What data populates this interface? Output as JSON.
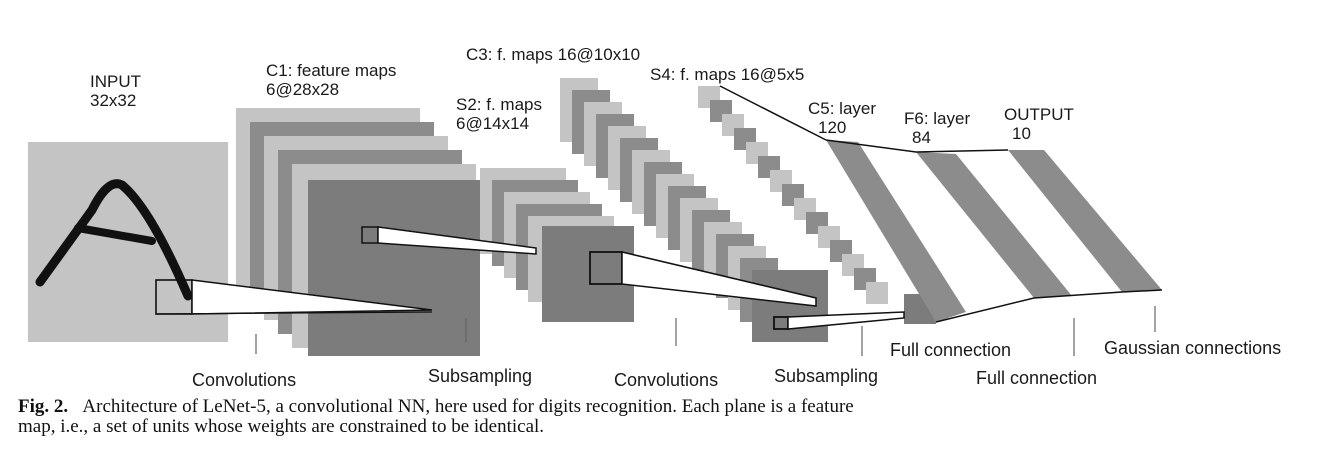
{
  "layers": {
    "input": {
      "title": "INPUT",
      "size": "32x32"
    },
    "c1": {
      "title": "C1: feature maps",
      "size": "6@28x28"
    },
    "s2": {
      "title": "S2: f. maps",
      "size": "6@14x14"
    },
    "c3": {
      "title": "C3: f. maps 16@10x10"
    },
    "s4": {
      "title": "S4: f. maps 16@5x5"
    },
    "c5": {
      "title": "C5: layer",
      "size": "120"
    },
    "f6": {
      "title": "F6: layer",
      "size": "84"
    },
    "output": {
      "title": "OUTPUT",
      "size": "10"
    }
  },
  "operations": {
    "conv1": "Convolutions",
    "sub1": "Subsampling",
    "conv2": "Convolutions",
    "sub2": "Subsampling",
    "full1": "Full connection",
    "full2": "Full connection",
    "gauss": "Gaussian connections"
  },
  "caption": {
    "number": "Fig. 2.",
    "text": "Architecture of LeNet-5, a convolutional NN, here used for digits recognition. Each plane is a feature map, i.e., a set of units whose weights are constrained to be identical."
  },
  "colors": {
    "light": "#c2c2c2",
    "mid": "#8e8e8e",
    "dark": "#7a7a7a",
    "ink": "#111111"
  }
}
